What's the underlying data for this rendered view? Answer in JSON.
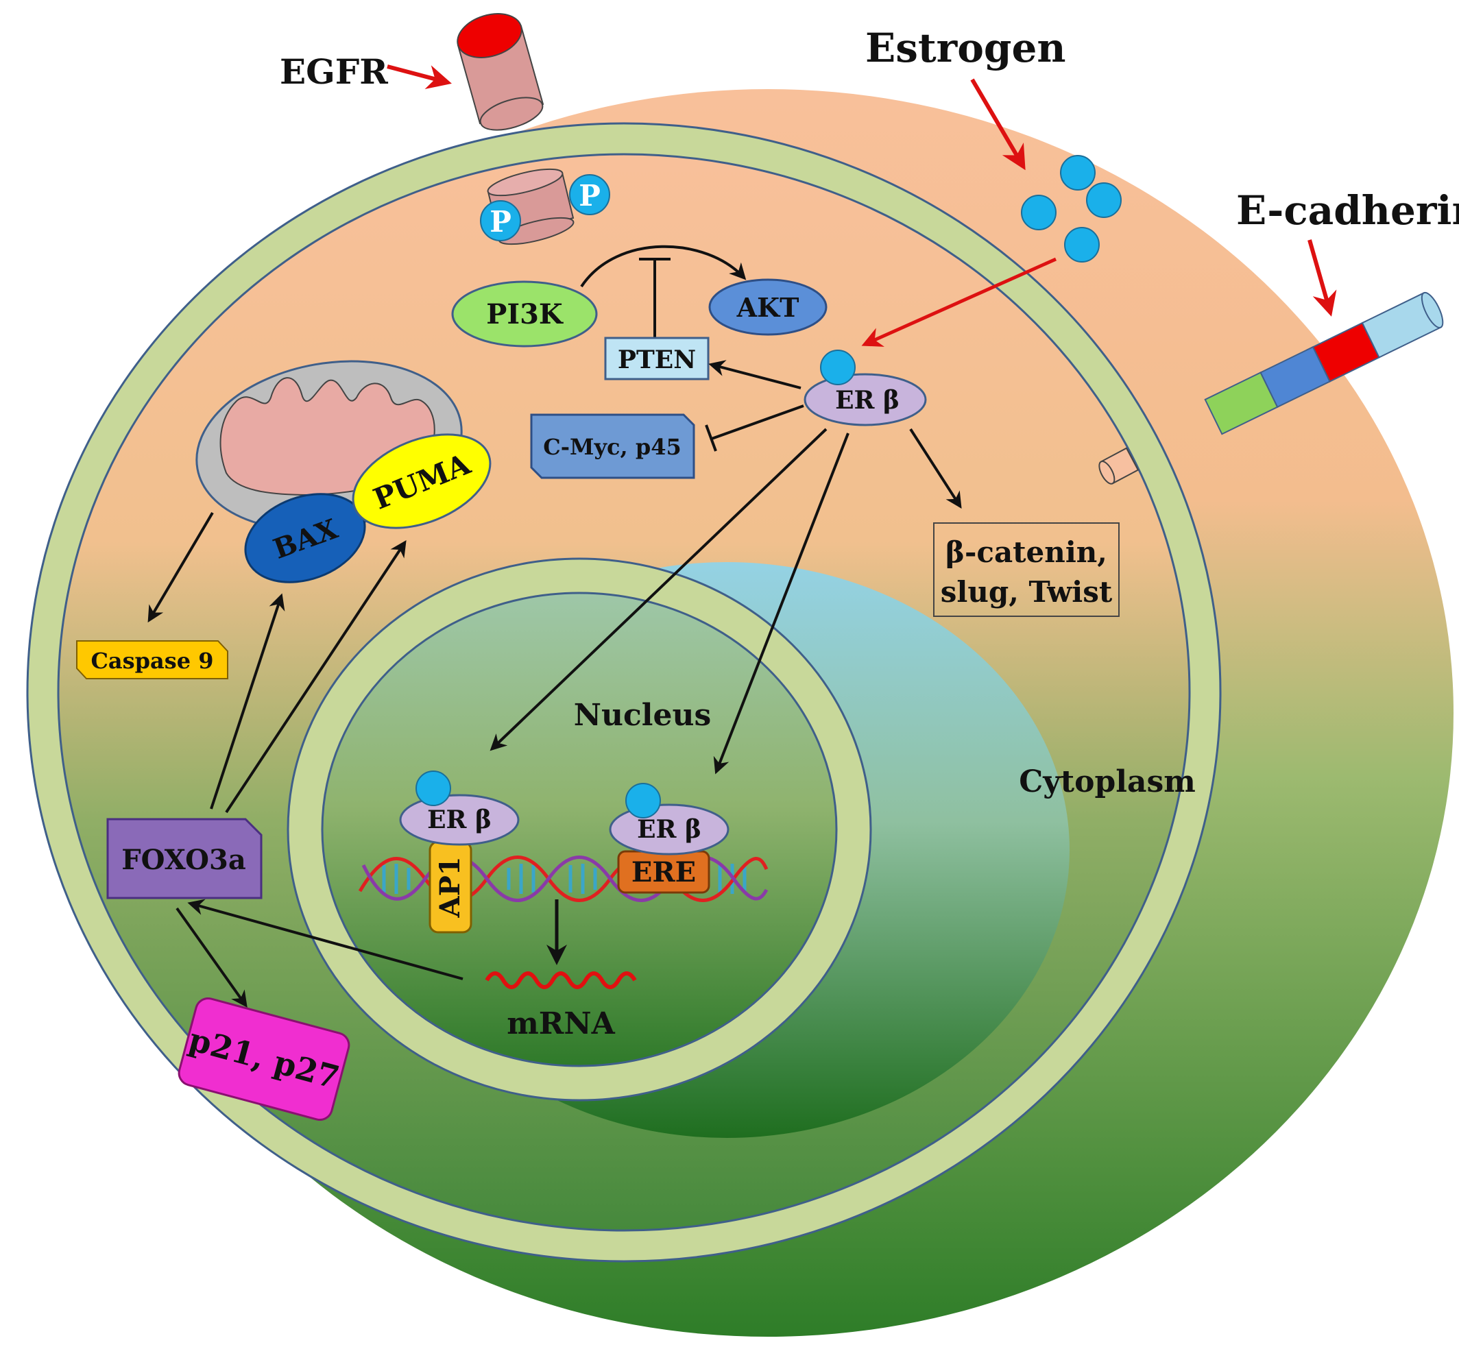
{
  "labels": {
    "egfr": "EGFR",
    "estrogen": "Estrogen",
    "ecadherin": "E-cadherin",
    "phospho": "P",
    "pi3k": "PI3K",
    "akt": "AKT",
    "pten": "PTEN",
    "erb": "ER β",
    "cmyc": "C-Myc, p45",
    "bcatenin_line1": "β-catenin,",
    "bcatenin_line2": "slug, Twist",
    "bax": "BAX",
    "puma": "PUMA",
    "caspase9": "Caspase 9",
    "nucleus": "Nucleus",
    "cytoplasm": "Cytoplasm",
    "ap1": "AP1",
    "ere": "ERE",
    "mrna": "mRNA",
    "foxo3a": "FOXO3a",
    "p21p27": "p21, p27"
  },
  "colors": {
    "cytoplasm_top": "#f8c09a",
    "cytoplasm_bottom": "#2f7d2a",
    "membrane": "#c8d89a",
    "nucleus_top": "#8fd0e0",
    "pi3k": "#9be36a",
    "akt": "#5b8fd8",
    "pten": "#bfe4f4",
    "erb": "#c8b4dc",
    "ligand": "#1ab0ea",
    "bax": "#1660b8",
    "puma": "#ffff00",
    "caspase9": "#ffc800",
    "foxo3a": "#8a6ab8",
    "p21p27": "#f02ed0",
    "ap1": "#f8c020",
    "ere": "#e07020",
    "activation_arrow": "#111111",
    "signal_arrow": "#dd1111"
  }
}
